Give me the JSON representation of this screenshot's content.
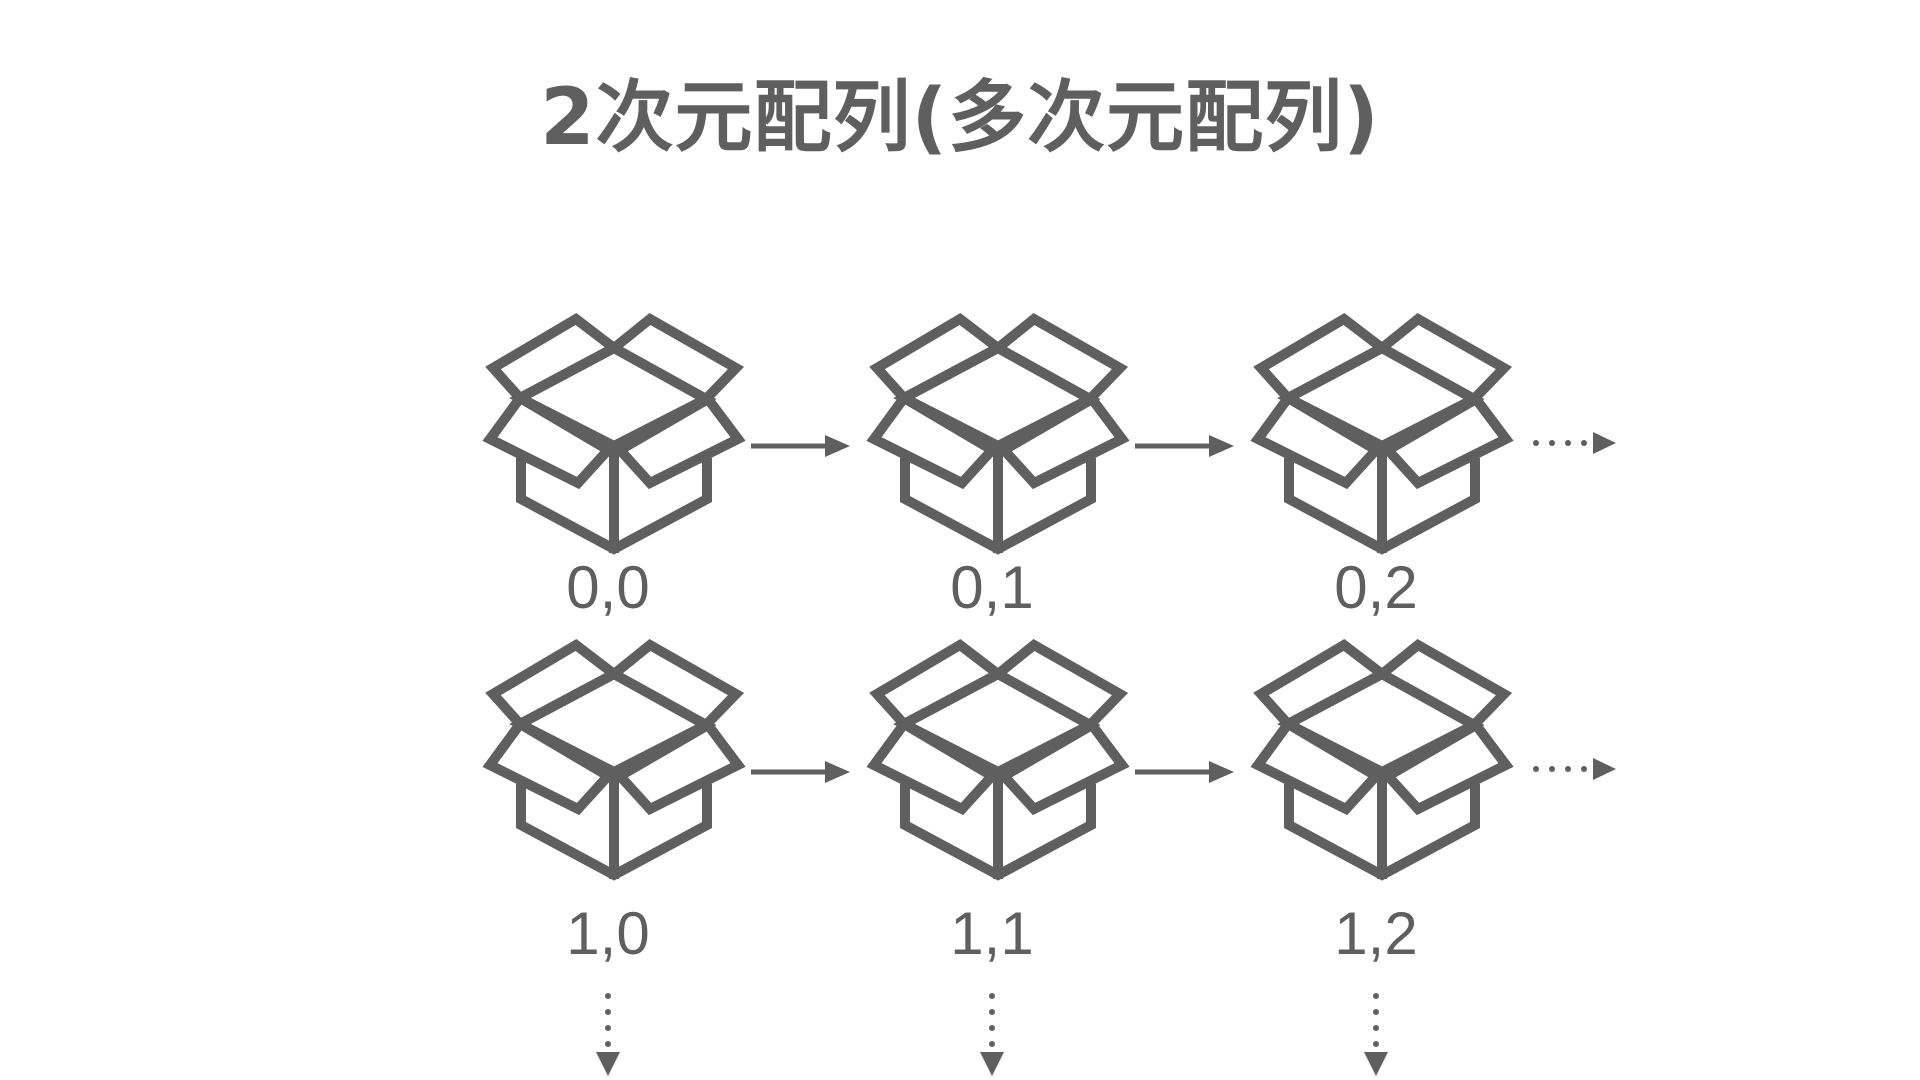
{
  "title": "2次元配列(多次元配列)",
  "color": "#5f5f5f",
  "rows": [
    {
      "cells": [
        {
          "label": "0,0"
        },
        {
          "label": "0,1"
        },
        {
          "label": "0,2"
        }
      ]
    },
    {
      "cells": [
        {
          "label": "1,0"
        },
        {
          "label": "1,1"
        },
        {
          "label": "1,2"
        }
      ]
    }
  ],
  "icons": {
    "cell": "open-box-icon",
    "next": "arrow-right-icon",
    "more_right": "dotted-arrow-right-icon",
    "more_down": "dotted-arrow-down-icon"
  }
}
